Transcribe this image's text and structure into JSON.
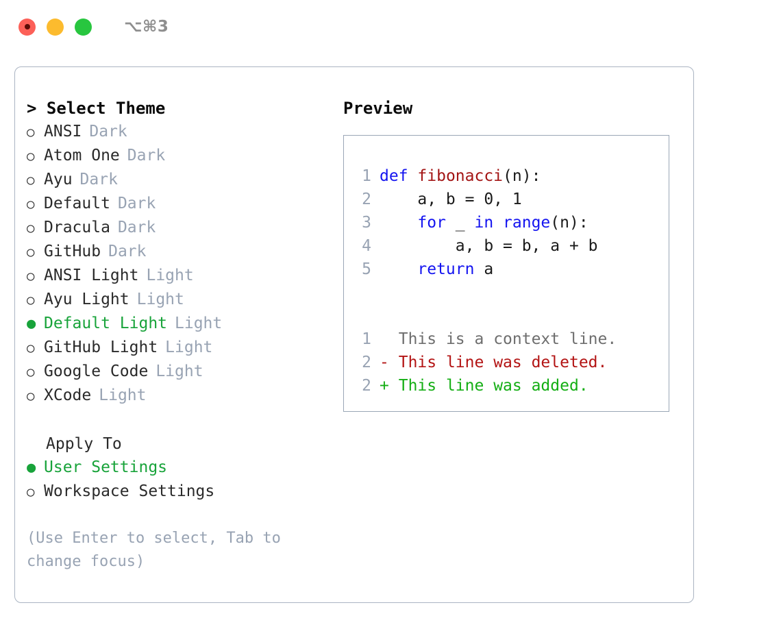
{
  "window": {
    "traffic_lights": [
      {
        "name": "close-button",
        "color": "#fc6058"
      },
      {
        "name": "minimize-button",
        "color": "#fcbb2e"
      },
      {
        "name": "maximize-button",
        "color": "#28c63f"
      }
    ],
    "shortcut": "⌥⌘3"
  },
  "theme_panel": {
    "heading": "> Select Theme",
    "themes": [
      {
        "marker": "○",
        "name": "ANSI",
        "tag": "Dark",
        "selected": false
      },
      {
        "marker": "○",
        "name": "Atom One",
        "tag": "Dark",
        "selected": false
      },
      {
        "marker": "○",
        "name": "Ayu",
        "tag": "Dark",
        "selected": false
      },
      {
        "marker": "○",
        "name": "Default",
        "tag": "Dark",
        "selected": false
      },
      {
        "marker": "○",
        "name": "Dracula",
        "tag": "Dark",
        "selected": false
      },
      {
        "marker": "○",
        "name": "GitHub",
        "tag": "Dark",
        "selected": false
      },
      {
        "marker": "○",
        "name": "ANSI Light",
        "tag": "Light",
        "selected": false
      },
      {
        "marker": "○",
        "name": "Ayu Light",
        "tag": "Light",
        "selected": false
      },
      {
        "marker": "●",
        "name": "Default Light",
        "tag": "Light",
        "selected": true
      },
      {
        "marker": "○",
        "name": "GitHub Light",
        "tag": "Light",
        "selected": false
      },
      {
        "marker": "○",
        "name": "Google Code",
        "tag": "Light",
        "selected": false
      },
      {
        "marker": "○",
        "name": "XCode",
        "tag": "Light",
        "selected": false
      }
    ],
    "apply_to": {
      "label": "Apply To",
      "options": [
        {
          "marker": "●",
          "name": "User Settings",
          "selected": true
        },
        {
          "marker": "○",
          "name": "Workspace Settings",
          "selected": false
        }
      ]
    },
    "hint": "(Use Enter to select, Tab to change focus)"
  },
  "preview": {
    "title": "Preview",
    "code_lines": [
      {
        "num": "1",
        "tokens": [
          {
            "t": "def",
            "c": "kw"
          },
          {
            "t": " ",
            "c": "src"
          },
          {
            "t": "fibonacci",
            "c": "fn"
          },
          {
            "t": "(n):",
            "c": "src"
          }
        ]
      },
      {
        "num": "2",
        "tokens": [
          {
            "t": "    a, b = 0, 1",
            "c": "src"
          }
        ]
      },
      {
        "num": "3",
        "tokens": [
          {
            "t": "    ",
            "c": "src"
          },
          {
            "t": "for",
            "c": "kw"
          },
          {
            "t": " _ ",
            "c": "src"
          },
          {
            "t": "in",
            "c": "kw"
          },
          {
            "t": " ",
            "c": "src"
          },
          {
            "t": "range",
            "c": "bi"
          },
          {
            "t": "(n):",
            "c": "src"
          }
        ]
      },
      {
        "num": "4",
        "tokens": [
          {
            "t": "        a, b = b, a + b",
            "c": "src"
          }
        ]
      },
      {
        "num": "5",
        "tokens": [
          {
            "t": "    ",
            "c": "src"
          },
          {
            "t": "return",
            "c": "kw"
          },
          {
            "t": " a",
            "c": "src"
          }
        ]
      }
    ],
    "diff_lines": [
      {
        "num": "1",
        "sign": " ",
        "text": "This is a context line.",
        "kind": "diff-ctx"
      },
      {
        "num": "2",
        "sign": "-",
        "text": "This line was deleted.",
        "kind": "diff-del"
      },
      {
        "num": "2",
        "sign": "+",
        "text": "This line was added.",
        "kind": "diff-add"
      }
    ]
  },
  "colors": {
    "accent_green": "#18a33a",
    "muted": "#98a3b3",
    "keyword": "#1414f0",
    "function": "#a31515",
    "diff_added": "#14ae14",
    "diff_deleted": "#b31414",
    "border": "#aab4c2"
  }
}
